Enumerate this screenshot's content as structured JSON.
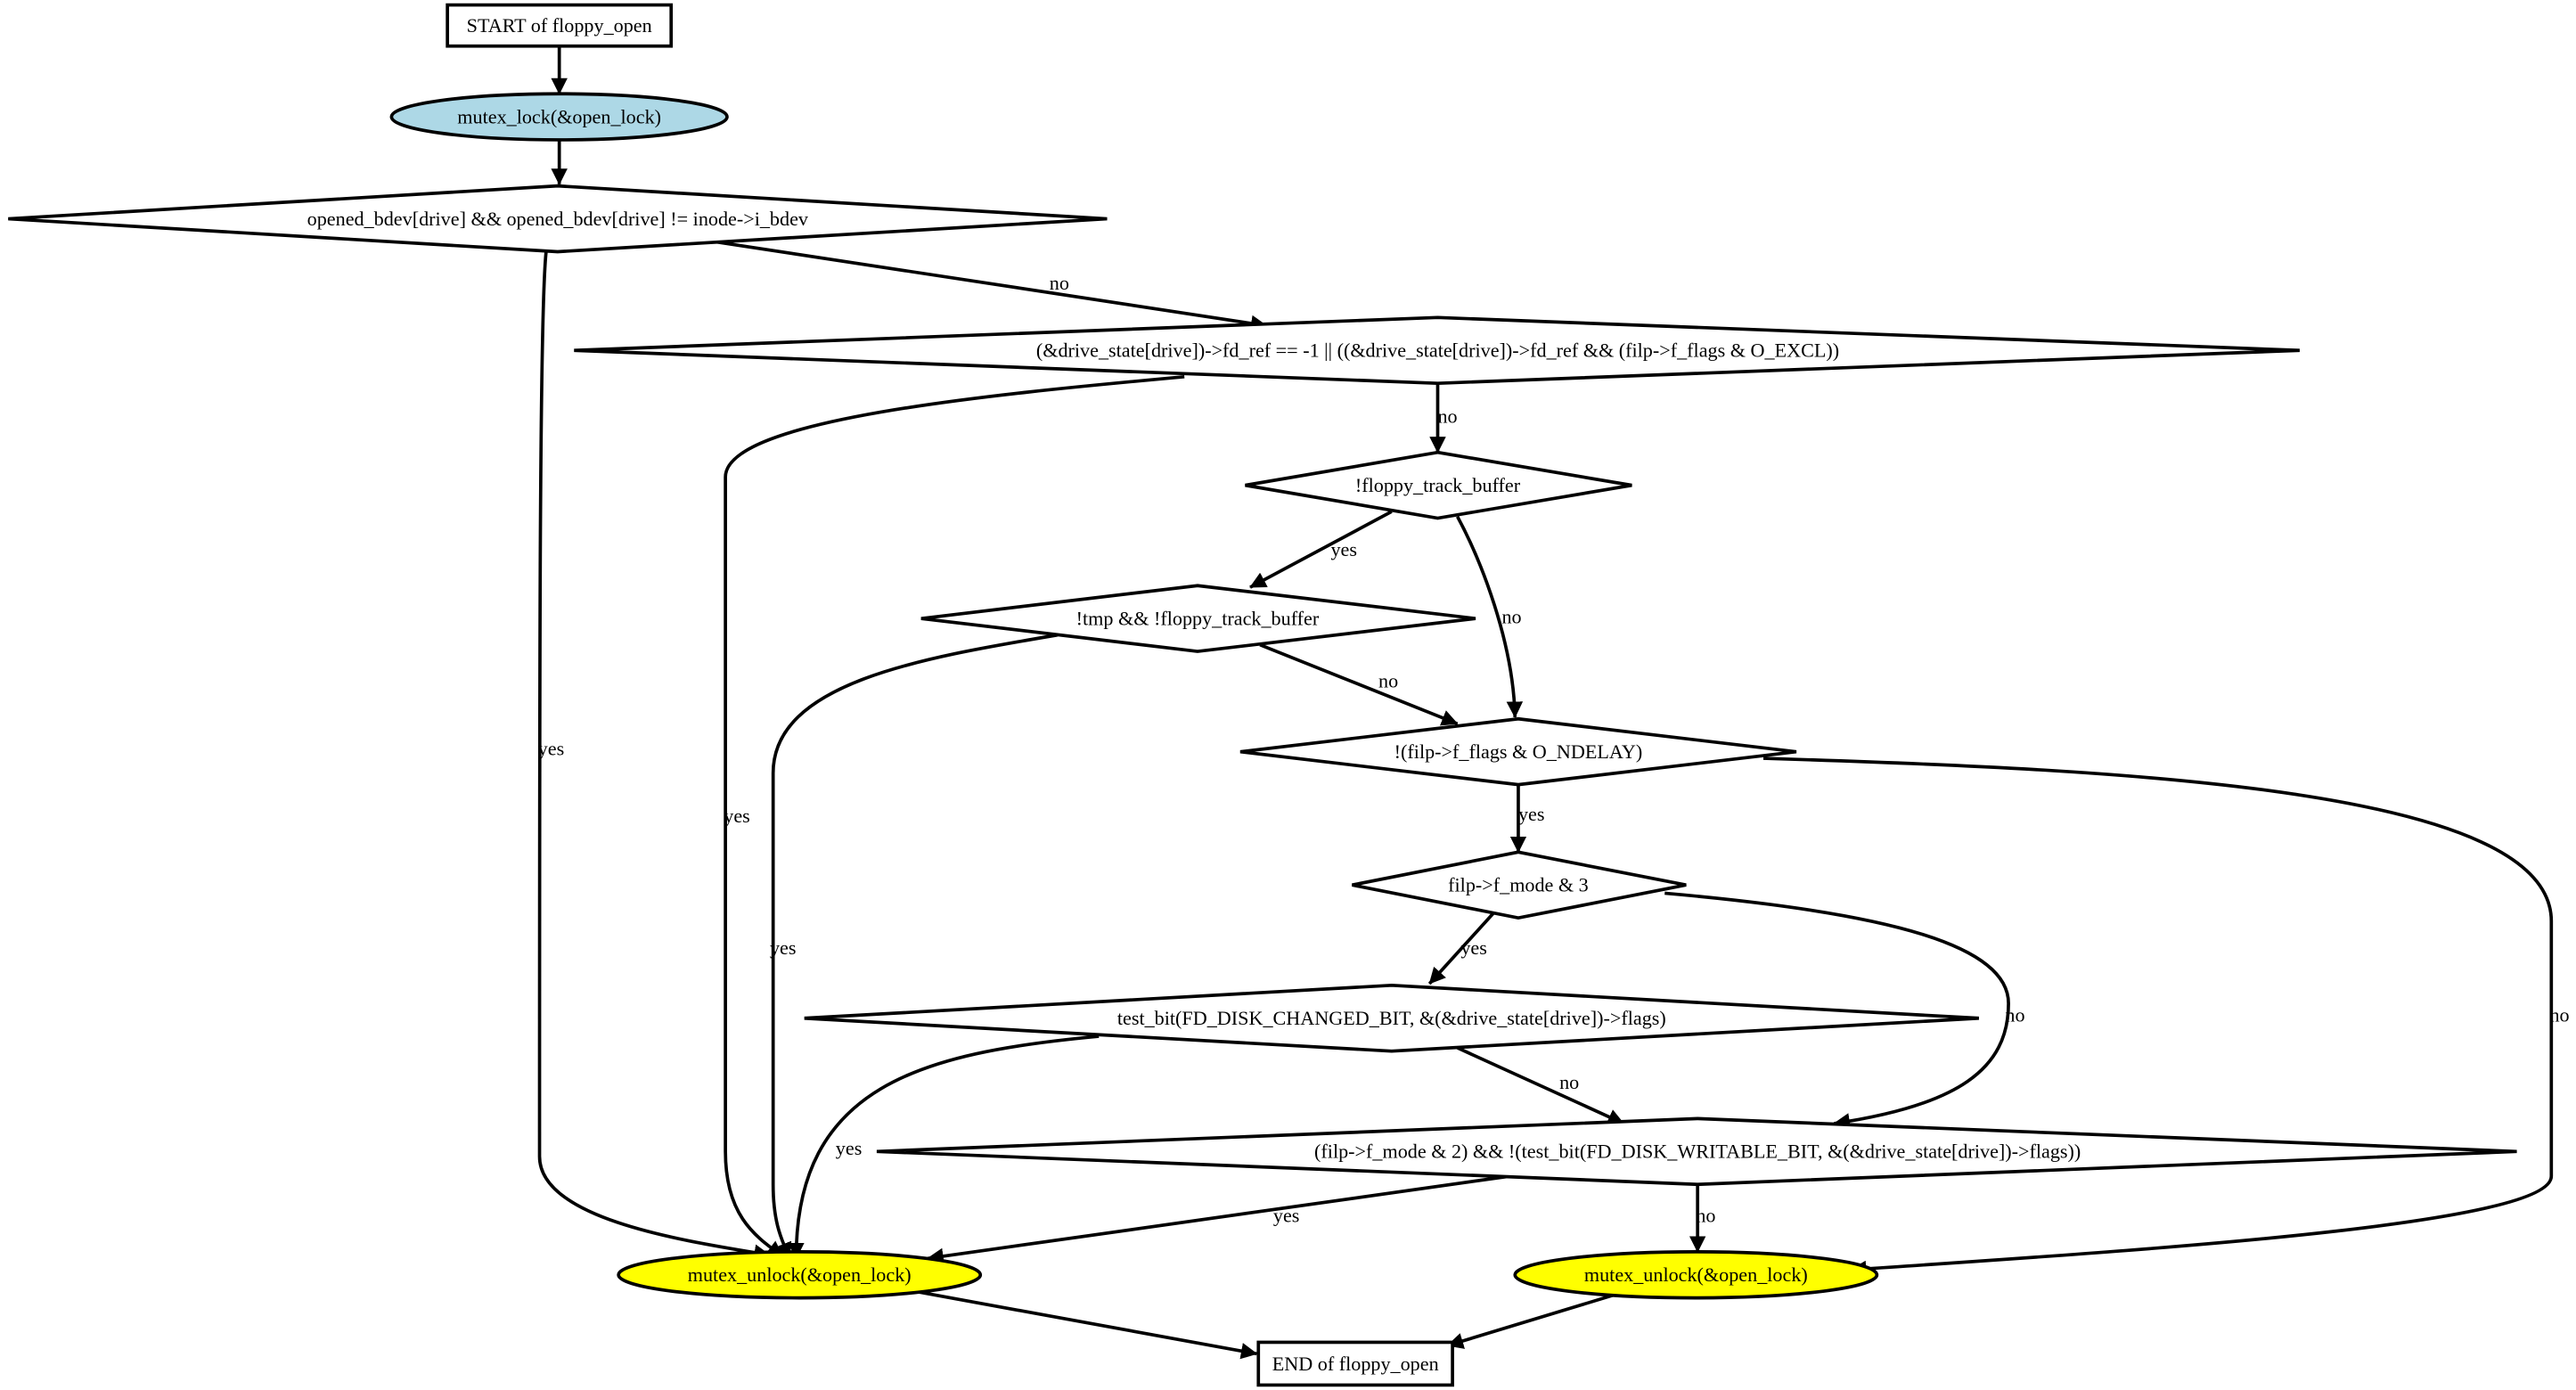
{
  "colors": {
    "background": "#ffffff",
    "stroke": "#000000",
    "mutex_lock_fill": "#add8e6",
    "mutex_unlock_fill": "#ffff00",
    "default_fill": "#ffffff"
  },
  "nodes": {
    "start": {
      "label": "START of floppy_open",
      "shape": "rect"
    },
    "lock": {
      "label": "mutex_lock(&open_lock)",
      "shape": "ellipse"
    },
    "d1": {
      "label": "opened_bdev[drive] && opened_bdev[drive] != inode->i_bdev",
      "shape": "diamond"
    },
    "d2": {
      "label": "(&drive_state[drive])->fd_ref == -1 || ((&drive_state[drive])->fd_ref && (filp->f_flags & O_EXCL))",
      "shape": "diamond"
    },
    "d3": {
      "label": "!floppy_track_buffer",
      "shape": "diamond"
    },
    "d4": {
      "label": "!tmp && !floppy_track_buffer",
      "shape": "diamond"
    },
    "d5": {
      "label": "!(filp->f_flags & O_NDELAY)",
      "shape": "diamond"
    },
    "d6": {
      "label": "filp->f_mode & 3",
      "shape": "diamond"
    },
    "d7": {
      "label": "test_bit(FD_DISK_CHANGED_BIT, &(&drive_state[drive])->flags)",
      "shape": "diamond"
    },
    "d8": {
      "label": "(filp->f_mode & 2) && !(test_bit(FD_DISK_WRITABLE_BIT, &(&drive_state[drive])->flags))",
      "shape": "diamond"
    },
    "unlock1": {
      "label": "mutex_unlock(&open_lock)",
      "shape": "ellipse"
    },
    "unlock2": {
      "label": "mutex_unlock(&open_lock)",
      "shape": "ellipse"
    },
    "end": {
      "label": "END of floppy_open",
      "shape": "rect"
    }
  },
  "edges": [
    {
      "id": "start-lock",
      "from": "start",
      "to": "lock",
      "label": ""
    },
    {
      "id": "lock-d1",
      "from": "lock",
      "to": "d1",
      "label": ""
    },
    {
      "id": "d1-unlock1",
      "from": "d1",
      "to": "unlock1",
      "label": "yes"
    },
    {
      "id": "d1-d2",
      "from": "d1",
      "to": "d2",
      "label": "no"
    },
    {
      "id": "d2-unlock1",
      "from": "d2",
      "to": "unlock1",
      "label": "yes"
    },
    {
      "id": "d2-d3",
      "from": "d2",
      "to": "d3",
      "label": "no"
    },
    {
      "id": "d3-d4",
      "from": "d3",
      "to": "d4",
      "label": "yes"
    },
    {
      "id": "d3-d5",
      "from": "d3",
      "to": "d5",
      "label": "no"
    },
    {
      "id": "d4-unlock1",
      "from": "d4",
      "to": "unlock1",
      "label": "yes"
    },
    {
      "id": "d4-d5",
      "from": "d4",
      "to": "d5",
      "label": "no"
    },
    {
      "id": "d5-d6",
      "from": "d5",
      "to": "d6",
      "label": "yes"
    },
    {
      "id": "d5-unlock2",
      "from": "d5",
      "to": "unlock2",
      "label": "no"
    },
    {
      "id": "d6-d7",
      "from": "d6",
      "to": "d7",
      "label": "yes"
    },
    {
      "id": "d6-d8",
      "from": "d6",
      "to": "d8",
      "label": "no"
    },
    {
      "id": "d7-unlock1",
      "from": "d7",
      "to": "unlock1",
      "label": "yes"
    },
    {
      "id": "d7-d8",
      "from": "d7",
      "to": "d8",
      "label": "no"
    },
    {
      "id": "d8-unlock1",
      "from": "d8",
      "to": "unlock1",
      "label": "yes"
    },
    {
      "id": "d8-unlock2",
      "from": "d8",
      "to": "unlock2",
      "label": "no"
    },
    {
      "id": "unlock1-end",
      "from": "unlock1",
      "to": "end",
      "label": ""
    },
    {
      "id": "unlock2-end",
      "from": "unlock2",
      "to": "end",
      "label": ""
    }
  ]
}
